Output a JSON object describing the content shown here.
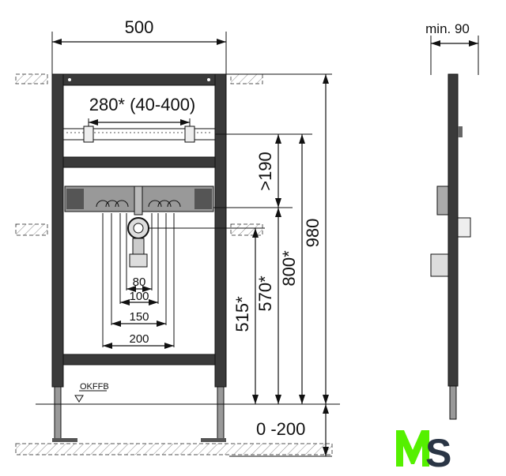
{
  "dimensions": {
    "width": "500",
    "depth": "min. 90",
    "bracket_spacing": "280* (40-400)",
    "above_tray": ">190",
    "total_height": "980",
    "rail_height": "800*",
    "tray_height": "570*",
    "drain_height": "515*",
    "spacing_80": "80",
    "spacing_100": "100",
    "spacing_150": "150",
    "spacing_200": "200",
    "floor_label": "OKFFB",
    "foot_adjust": "0 -200"
  },
  "logo": {
    "text": "MS",
    "m_color": "#55f000",
    "s_color": "#2a3545"
  }
}
